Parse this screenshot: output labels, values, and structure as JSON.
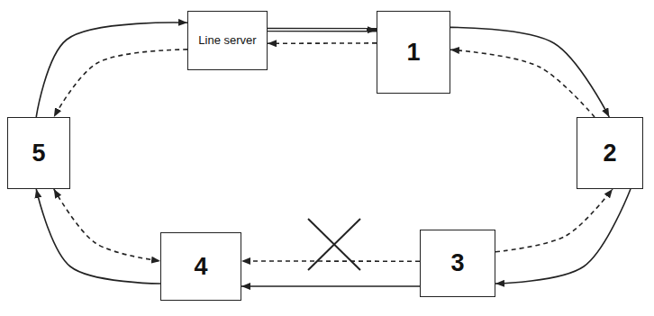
{
  "diagram": {
    "nodes": [
      {
        "text": [
          "Line server"
        ]
      },
      {
        "text": [
          "1"
        ]
      },
      {
        "text": [
          "2"
        ]
      },
      {
        "text": [
          "3"
        ]
      },
      {
        "text": [
          "4"
        ]
      },
      {
        "text": [
          "5"
        ]
      }
    ],
    "edges": [
      {
        "from": 0,
        "to": 1,
        "arrow": "to"
      },
      {
        "from": 1,
        "to": 0,
        "arrow": "to"
      },
      {
        "from": 1,
        "to": 2,
        "arrow": "to"
      },
      {
        "from": 2,
        "to": 1,
        "arrow": "to"
      },
      {
        "from": 2,
        "to": 3,
        "arrow": "to"
      },
      {
        "from": 3,
        "to": 2,
        "arrow": "to"
      },
      {
        "from": 3,
        "to": 4,
        "arrow": "to"
      },
      {
        "from": 3,
        "to": 4,
        "arrow": "to"
      },
      {
        "from": 4,
        "to": 5,
        "arrow": "to"
      },
      {
        "from": 5,
        "to": 4,
        "arrow": "both"
      },
      {
        "from": 5,
        "to": 0,
        "arrow": "to"
      },
      {
        "from": 0,
        "to": 5,
        "arrow": "to"
      }
    ]
  }
}
